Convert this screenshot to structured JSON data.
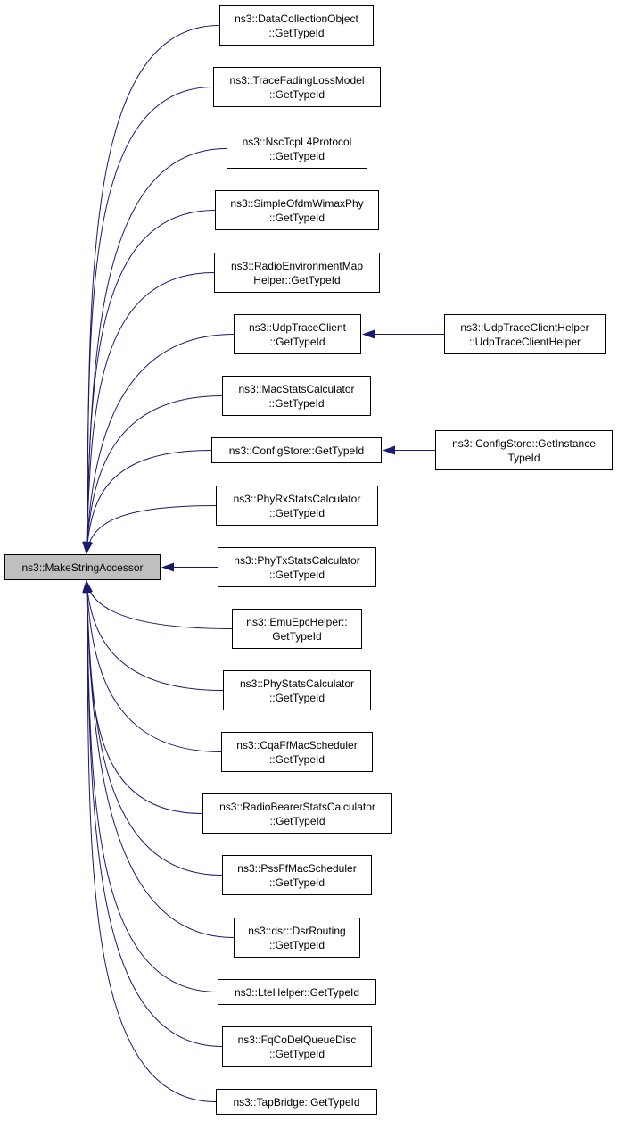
{
  "diagram": {
    "title": "",
    "colors": {
      "edge": "#191970",
      "node_border": "#000000",
      "node_fill": "#ffffff",
      "root_fill": "#bfbfbf"
    },
    "root": {
      "id": "root",
      "label": "ns3::MakeStringAccessor"
    },
    "nodes": [
      {
        "id": "n1",
        "label": "ns3::DataCollectionObject\n::GetTypeId"
      },
      {
        "id": "n2",
        "label": "ns3::TraceFadingLossModel\n::GetTypeId"
      },
      {
        "id": "n3",
        "label": "ns3::NscTcpL4Protocol\n::GetTypeId"
      },
      {
        "id": "n4",
        "label": "ns3::SimpleOfdmWimaxPhy\n::GetTypeId"
      },
      {
        "id": "n5",
        "label": "ns3::RadioEnvironmentMap\nHelper::GetTypeId"
      },
      {
        "id": "n6",
        "label": "ns3::UdpTraceClient\n::GetTypeId"
      },
      {
        "id": "n6c",
        "label": "ns3::UdpTraceClientHelper\n::UdpTraceClientHelper"
      },
      {
        "id": "n7",
        "label": "ns3::MacStatsCalculator\n::GetTypeId"
      },
      {
        "id": "n8",
        "label": "ns3::ConfigStore::GetTypeId"
      },
      {
        "id": "n8c",
        "label": "ns3::ConfigStore::GetInstance\nTypeId"
      },
      {
        "id": "n9",
        "label": "ns3::PhyRxStatsCalculator\n::GetTypeId"
      },
      {
        "id": "n10",
        "label": "ns3::PhyTxStatsCalculator\n::GetTypeId"
      },
      {
        "id": "n11",
        "label": "ns3::EmuEpcHelper::\nGetTypeId"
      },
      {
        "id": "n12",
        "label": "ns3::PhyStatsCalculator\n::GetTypeId"
      },
      {
        "id": "n13",
        "label": "ns3::CqaFfMacScheduler\n::GetTypeId"
      },
      {
        "id": "n14",
        "label": "ns3::RadioBearerStatsCalculator\n::GetTypeId"
      },
      {
        "id": "n15",
        "label": "ns3::PssFfMacScheduler\n::GetTypeId"
      },
      {
        "id": "n16",
        "label": "ns3::dsr::DsrRouting\n::GetTypeId"
      },
      {
        "id": "n17",
        "label": "ns3::LteHelper::GetTypeId"
      },
      {
        "id": "n18",
        "label": "ns3::FqCoDelQueueDisc\n::GetTypeId"
      },
      {
        "id": "n19",
        "label": "ns3::TapBridge::GetTypeId"
      }
    ],
    "edges": [
      {
        "from": "n1",
        "to": "root"
      },
      {
        "from": "n2",
        "to": "root"
      },
      {
        "from": "n3",
        "to": "root"
      },
      {
        "from": "n4",
        "to": "root"
      },
      {
        "from": "n5",
        "to": "root"
      },
      {
        "from": "n6",
        "to": "root"
      },
      {
        "from": "n6c",
        "to": "n6"
      },
      {
        "from": "n7",
        "to": "root"
      },
      {
        "from": "n8",
        "to": "root"
      },
      {
        "from": "n8c",
        "to": "n8"
      },
      {
        "from": "n9",
        "to": "root"
      },
      {
        "from": "n10",
        "to": "root"
      },
      {
        "from": "n11",
        "to": "root"
      },
      {
        "from": "n12",
        "to": "root"
      },
      {
        "from": "n13",
        "to": "root"
      },
      {
        "from": "n14",
        "to": "root"
      },
      {
        "from": "n15",
        "to": "root"
      },
      {
        "from": "n16",
        "to": "root"
      },
      {
        "from": "n17",
        "to": "root"
      },
      {
        "from": "n18",
        "to": "root"
      },
      {
        "from": "n19",
        "to": "root"
      }
    ]
  }
}
